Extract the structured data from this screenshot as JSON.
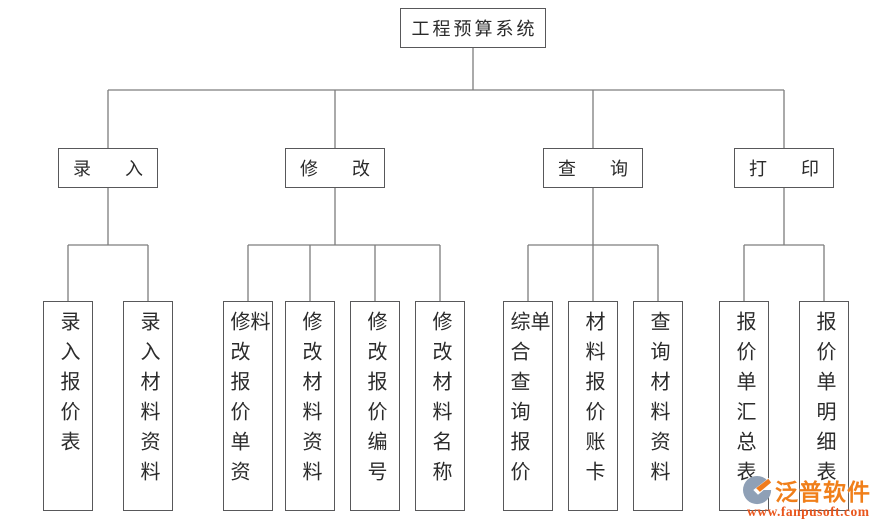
{
  "diagram": {
    "title": "工程预算系统",
    "branches": [
      {
        "label": "录入",
        "children": [
          "录入报价表",
          "录入材料资料"
        ]
      },
      {
        "label": "修改",
        "children": [
          "修改报价单资料",
          "修改材料资料",
          "修改报价编号",
          "修改材料名称"
        ]
      },
      {
        "label": "查询",
        "children": [
          "综合查询报价单",
          "材料报价账卡",
          "查询材料资料"
        ]
      },
      {
        "label": "打印",
        "children": [
          "报价单汇总表",
          "报价单明细表"
        ]
      }
    ]
  },
  "watermark": {
    "brand": "泛普软件",
    "url": "www.fanpusoft.com"
  },
  "colors": {
    "box_border": "#58585a",
    "connector": "#7d7d7d",
    "text": "#2b2b2b",
    "brand_orange": "#F07F1A",
    "url_orange": "#E9561D",
    "logo_blue": "#8FA0B6",
    "logo_orange": "#F07C1E"
  }
}
